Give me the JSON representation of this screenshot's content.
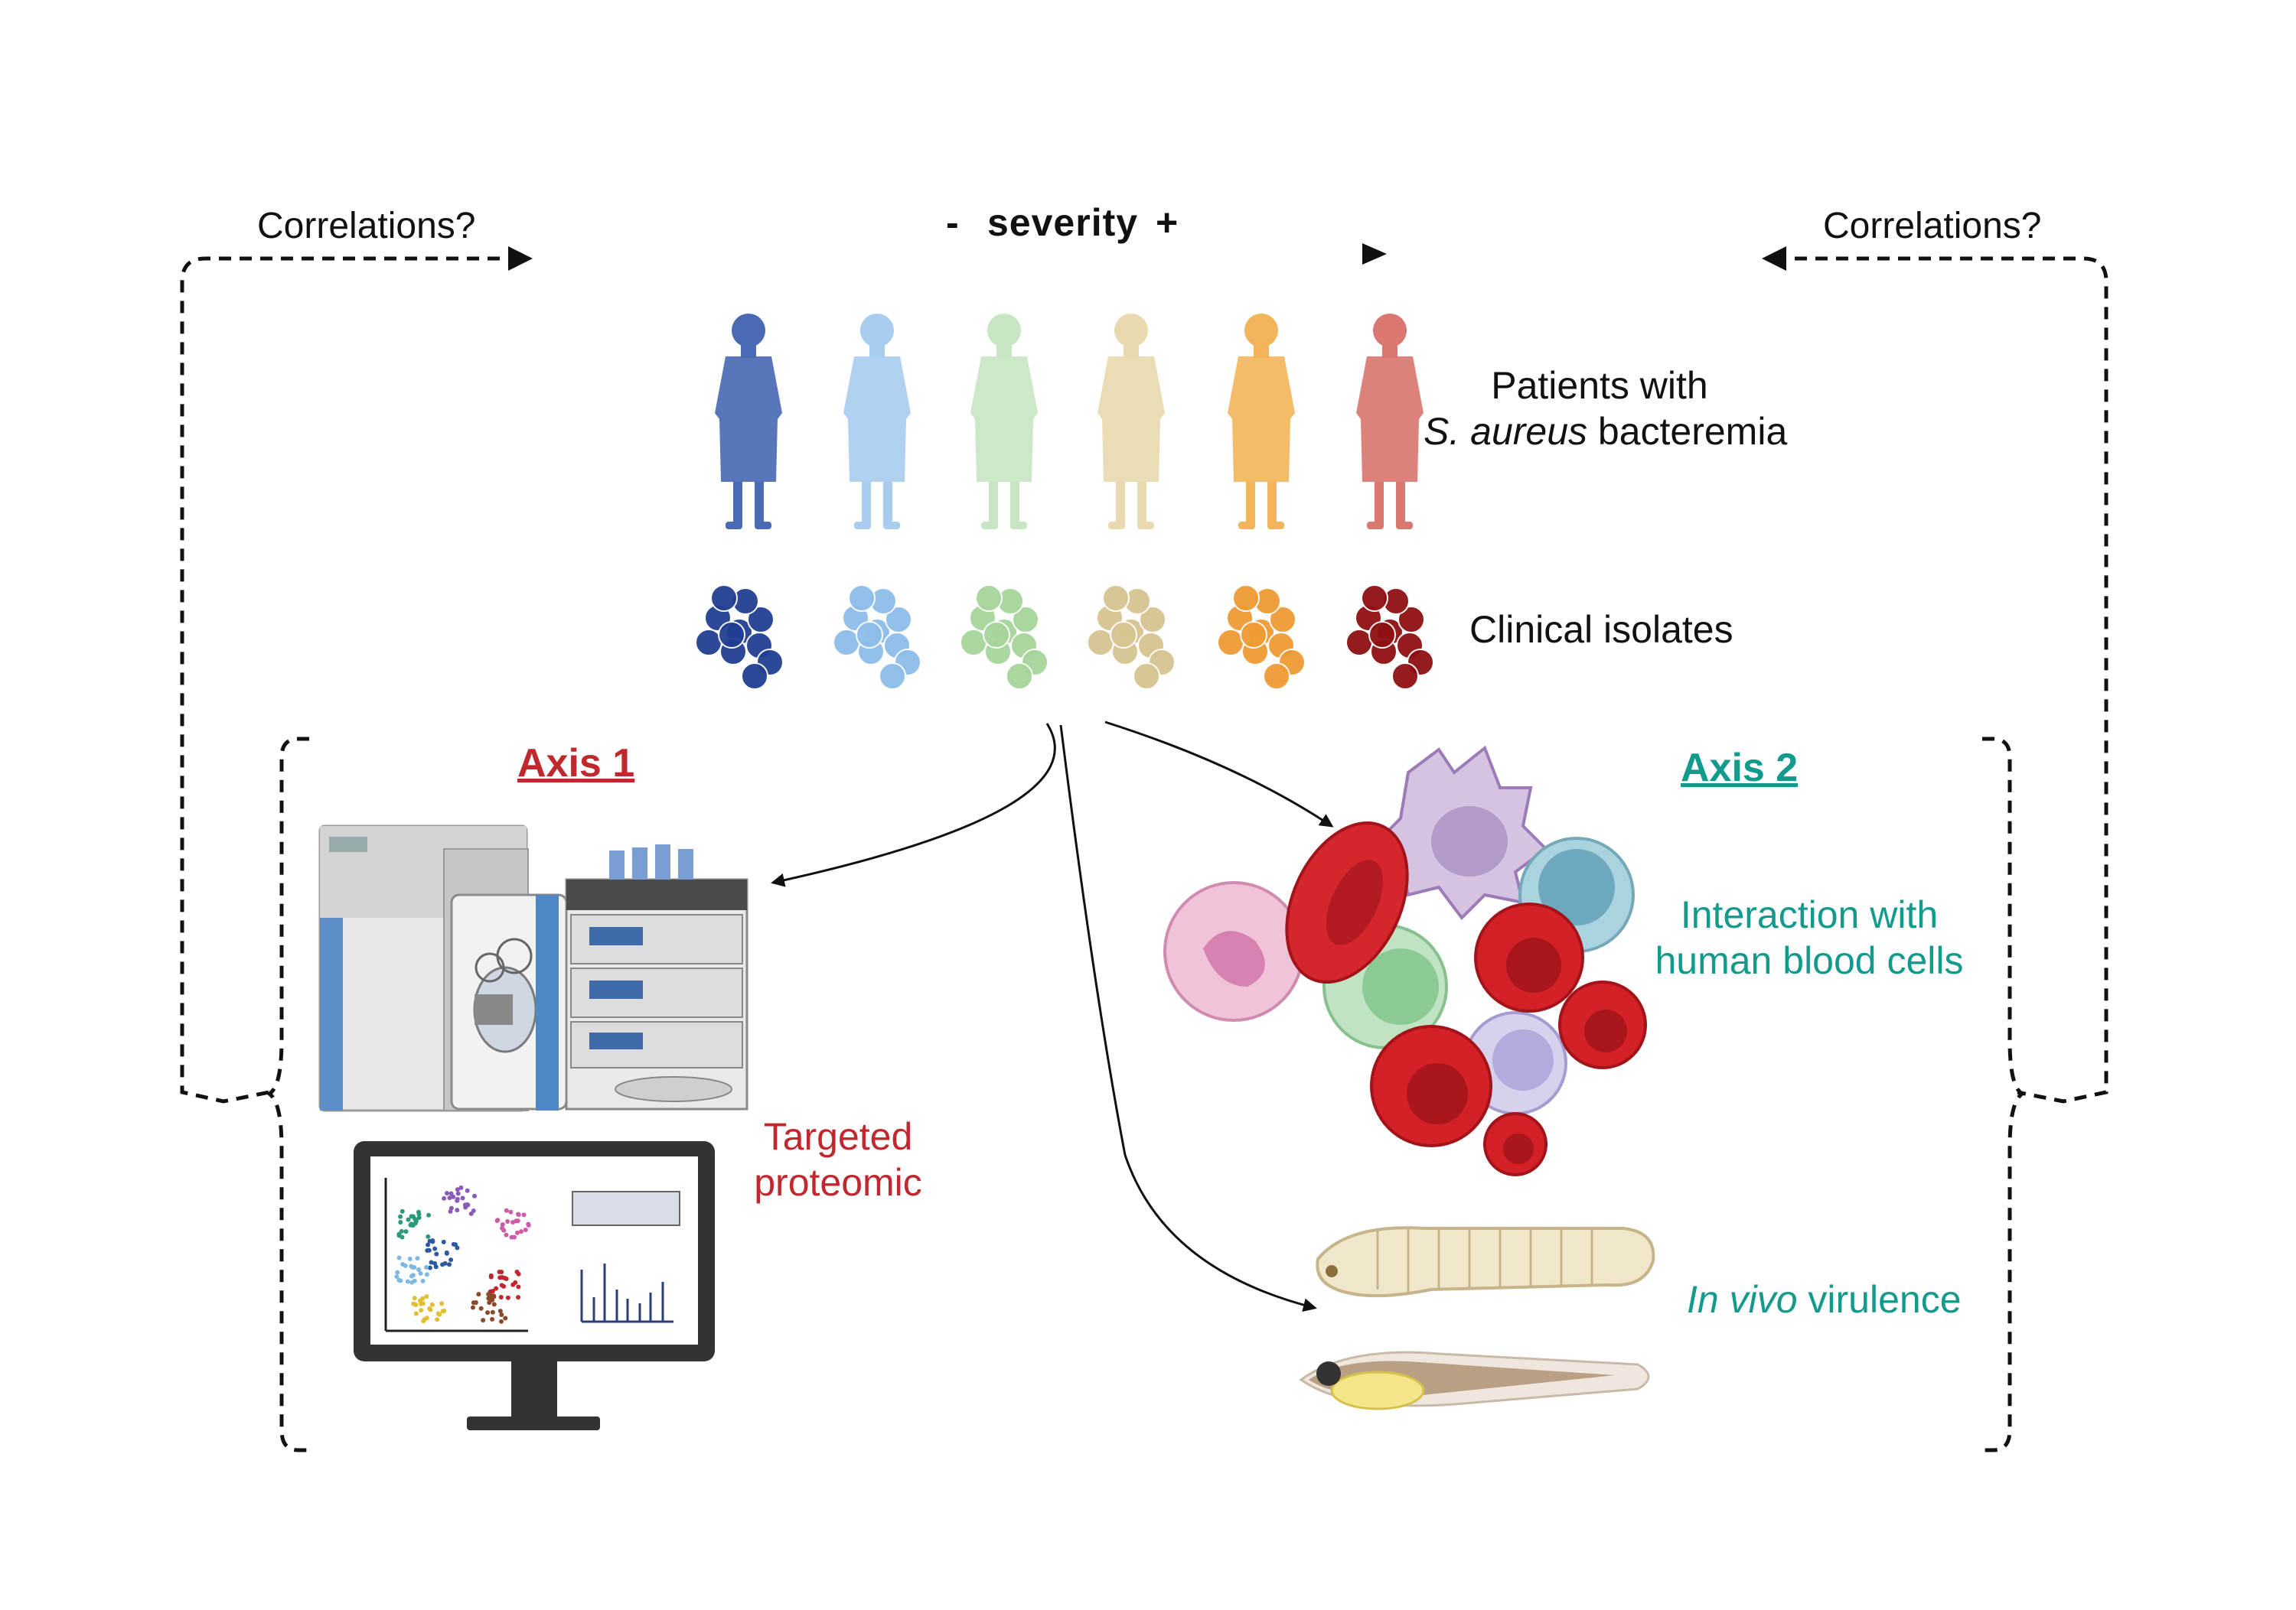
{
  "header": {
    "correlations_left": "Correlations?",
    "correlations_right": "Correlations?",
    "severity_minus": "-",
    "severity_label": "severity",
    "severity_plus": "+"
  },
  "patients": {
    "line1": "Patients with",
    "species": "S. aureus",
    "line2_rest": " bacteremia",
    "colors": [
      "#4a6ab3",
      "#a9cdef",
      "#c8e6c3",
      "#e8d9ae",
      "#f3b55c",
      "#d97770"
    ]
  },
  "isolates": {
    "label": "Clinical isolates",
    "colors": [
      "#213f92",
      "#8ebde9",
      "#a6d49a",
      "#d6c491",
      "#ef9a34",
      "#8f1013"
    ]
  },
  "axis1": {
    "title": "Axis 1",
    "method_line1": "Targeted",
    "method_line2": "proteomic"
  },
  "axis2": {
    "title": "Axis 2",
    "interaction_line1": "Interaction with",
    "interaction_line2": "human blood cells",
    "invivo_italic": "In vivo",
    "invivo_rest": " virulence"
  },
  "colors": {
    "axis1_red": "#c0282d",
    "axis2_teal": "#139a8c",
    "arrow": "#1a1a1a"
  }
}
